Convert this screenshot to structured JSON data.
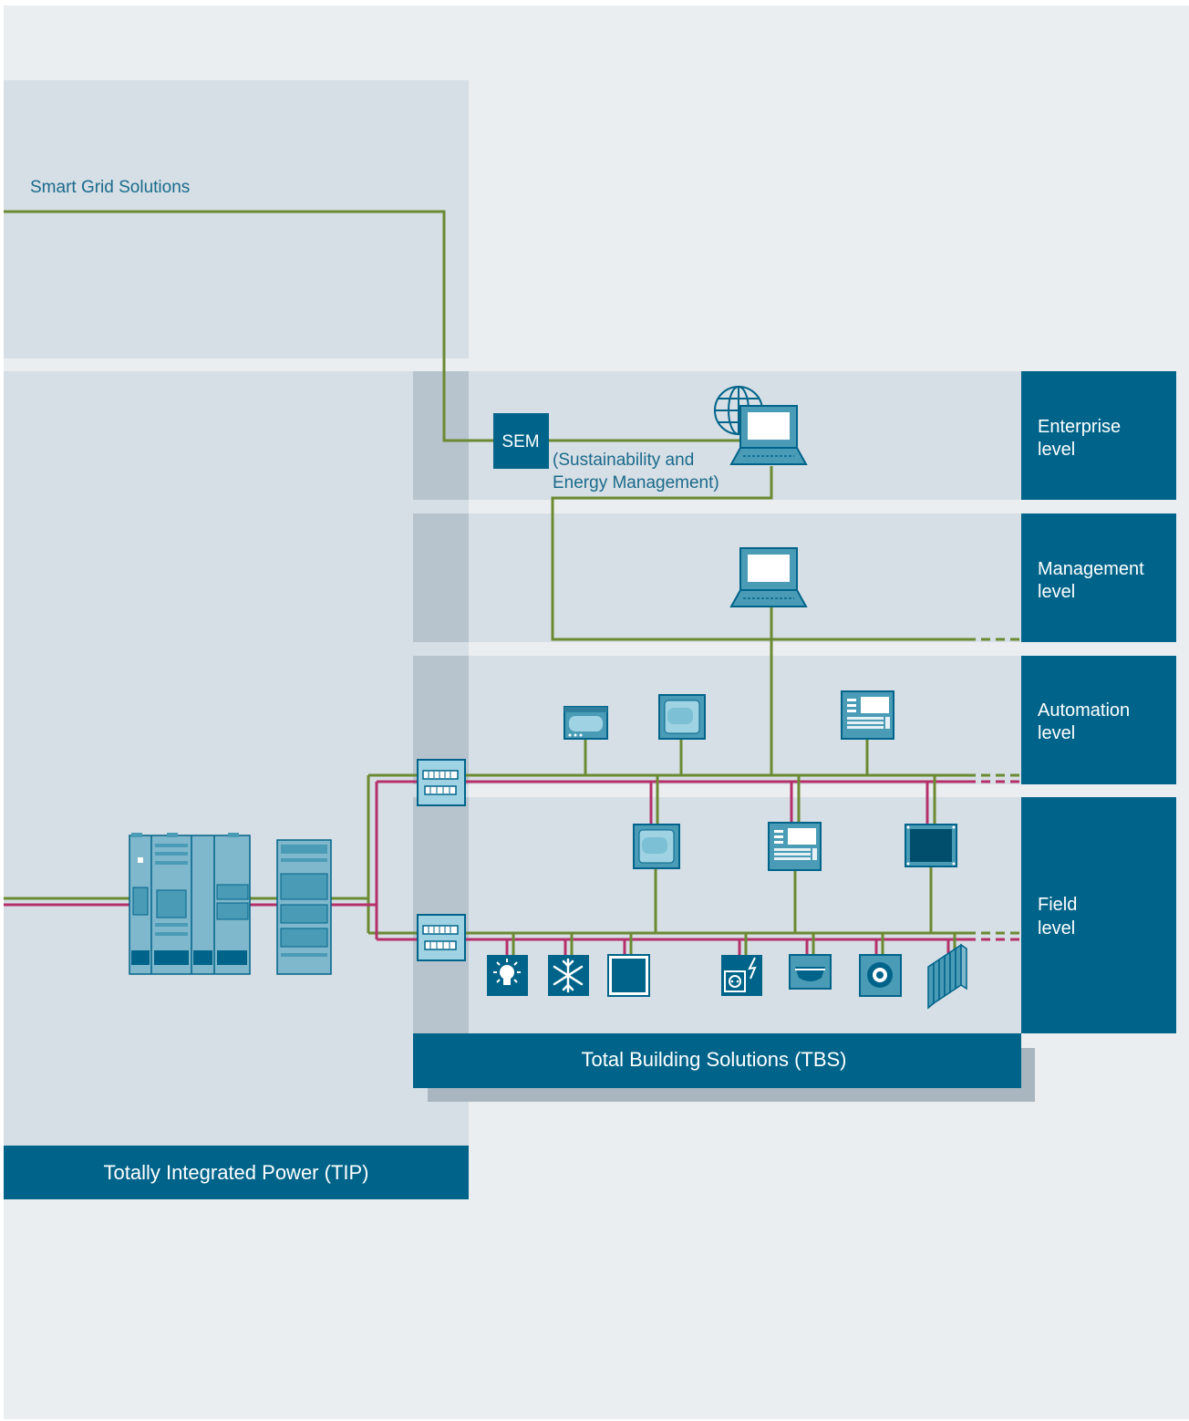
{
  "labels": {
    "smart_grid": "Smart Grid Solutions",
    "sem_box": "SEM",
    "sem_desc_line1": "(Sustainability and",
    "sem_desc_line2": "Energy Management)",
    "tip_banner": "Totally Integrated Power (TIP)",
    "tbs_banner": "Total Building Solutions (TBS)"
  },
  "levels": [
    {
      "line1": "Enterprise",
      "line2": "level"
    },
    {
      "line1": "Management",
      "line2": "level"
    },
    {
      "line1": "Automation",
      "line2": "level"
    },
    {
      "line1": "Field",
      "line2": "level"
    }
  ],
  "colors": {
    "background": "#ebeef1",
    "panel": "#d6dfe5",
    "tip_overlap": "#b7c4cd",
    "dark_teal": "#00648a",
    "device_fill": "#4a9bb6",
    "device_light": "#9fd3e3",
    "switchgear": "#7fb7cc",
    "green_line": "#6b8a32",
    "red_line": "#b5306b",
    "shadow": "#a9b6bf"
  },
  "icons": {
    "enterprise": [
      "globe-icon",
      "laptop-icon"
    ],
    "management": [
      "laptop-icon"
    ],
    "automation": [
      "controller-icon",
      "touch-panel-icon",
      "operator-panel-icon"
    ],
    "field_controllers": [
      "touch-panel-icon",
      "operator-panel-icon",
      "display-panel-icon"
    ],
    "field_devices": [
      "light-bulb-icon",
      "snowflake-icon",
      "panel-device-icon",
      "power-socket-icon",
      "smoke-detector-icon",
      "sensor-icon",
      "radiator-icon"
    ],
    "tip": [
      "switchgear-icon",
      "distribution-board-icon",
      "bus-coupler-icon"
    ]
  }
}
